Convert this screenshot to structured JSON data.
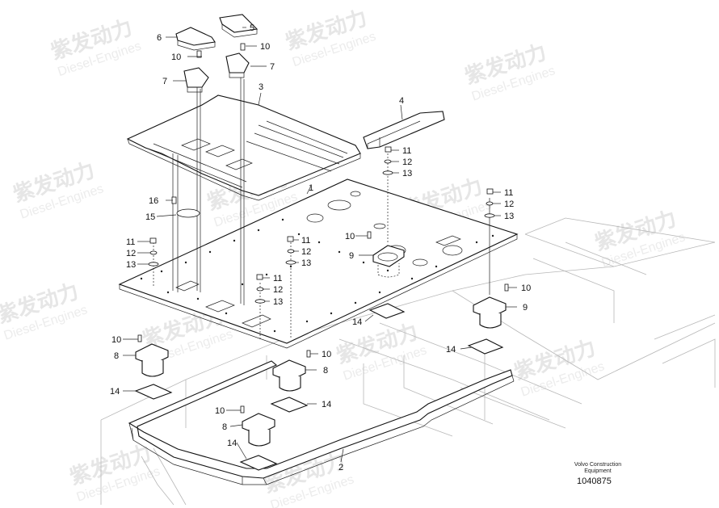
{
  "watermark": {
    "brand": "紫发动力",
    "sub": "Diesel-Engines"
  },
  "footer": {
    "brand_line1": "Volvo Construction",
    "brand_line2": "Equipment",
    "part_number": "1040875"
  },
  "callouts": [
    {
      "id": "c5",
      "text": "5"
    },
    {
      "id": "c6",
      "text": "6"
    },
    {
      "id": "c10a",
      "text": "10"
    },
    {
      "id": "c10b",
      "text": "10"
    },
    {
      "id": "c7a",
      "text": "7"
    },
    {
      "id": "c7b",
      "text": "7"
    },
    {
      "id": "c3",
      "text": "3"
    },
    {
      "id": "c4",
      "text": "4"
    },
    {
      "id": "c1",
      "text": "1"
    },
    {
      "id": "c16",
      "text": "16"
    },
    {
      "id": "c15",
      "text": "15"
    },
    {
      "id": "c11a",
      "text": "11"
    },
    {
      "id": "c12a",
      "text": "12"
    },
    {
      "id": "c13a",
      "text": "13"
    },
    {
      "id": "c11b",
      "text": "11"
    },
    {
      "id": "c12b",
      "text": "12"
    },
    {
      "id": "c13b",
      "text": "13"
    },
    {
      "id": "c11c",
      "text": "11"
    },
    {
      "id": "c12c",
      "text": "12"
    },
    {
      "id": "c13c",
      "text": "13"
    },
    {
      "id": "c11d",
      "text": "11"
    },
    {
      "id": "c12d",
      "text": "12"
    },
    {
      "id": "c13d",
      "text": "13"
    },
    {
      "id": "c11e",
      "text": "11"
    },
    {
      "id": "c12e",
      "text": "12"
    },
    {
      "id": "c13e",
      "text": "13"
    },
    {
      "id": "c10c",
      "text": "10"
    },
    {
      "id": "c9a",
      "text": "9"
    },
    {
      "id": "c10d",
      "text": "10"
    },
    {
      "id": "c9b",
      "text": "9"
    },
    {
      "id": "c14a",
      "text": "14"
    },
    {
      "id": "c14b",
      "text": "14"
    },
    {
      "id": "c10e",
      "text": "10"
    },
    {
      "id": "c8a",
      "text": "8"
    },
    {
      "id": "c14c",
      "text": "14"
    },
    {
      "id": "c10f",
      "text": "10"
    },
    {
      "id": "c8b",
      "text": "8"
    },
    {
      "id": "c14d",
      "text": "14"
    },
    {
      "id": "c10g",
      "text": "10"
    },
    {
      "id": "c8c",
      "text": "8"
    },
    {
      "id": "c14e",
      "text": "14"
    },
    {
      "id": "c2",
      "text": "2"
    }
  ]
}
